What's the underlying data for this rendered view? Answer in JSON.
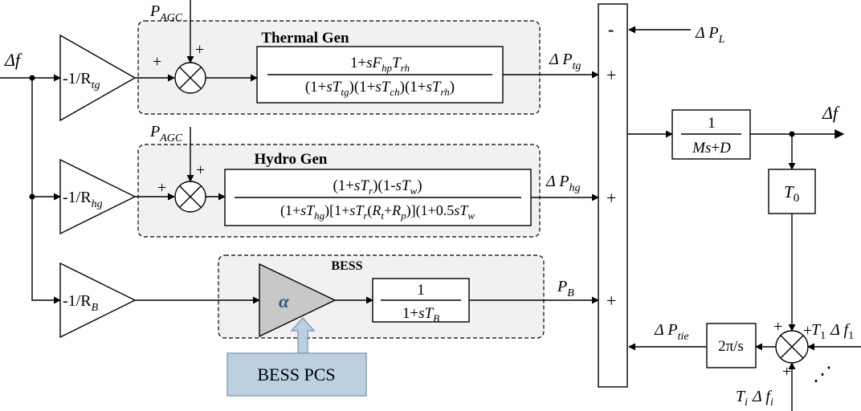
{
  "groups": {
    "thermal": "Thermal Gen",
    "hydro": "Hydro Gen",
    "bess": "BESS"
  },
  "signals": {
    "df_in": "Δf",
    "df_out": "Δf",
    "pagc_thermal": "P",
    "pagc_thermal_sub": "AGC",
    "pagc_hydro": "P",
    "pagc_hydro_sub": "AGC",
    "dpl": "Δ P",
    "dpl_sub": "L",
    "dptg": "Δ P",
    "dptg_sub": "tg",
    "dphg": "Δ P",
    "dphg_sub": "hg",
    "pb": "P",
    "pb_sub": "B",
    "dptie": "Δ P",
    "dptie_sub": "tie",
    "t1": "T",
    "t1_sub": "1",
    "df1": "Δ f",
    "df1_sub": "1",
    "ti": "T",
    "ti_sub": "i",
    "dfi": "Δ f",
    "dfi_sub": "i",
    "dots": "⋰"
  },
  "gains": {
    "rtg": {
      "prefix": "-1/R",
      "sub": "tg"
    },
    "rhg": {
      "prefix": "-1/R",
      "sub": "hg"
    },
    "rb": {
      "prefix": "-1/R",
      "sub": "B"
    },
    "alpha": "α"
  },
  "signs": {
    "sum_thermal_left": "+",
    "sum_thermal_top": "+",
    "sum_hydro_left": "+",
    "sum_hydro_top": "+",
    "bus_minus": "-",
    "bus_plus_1": "+",
    "bus_plus_2": "+",
    "bus_plus_3": "+",
    "sum_tie_top": "+",
    "sum_tie_right": "+",
    "sum_tie_bottom": "+"
  },
  "blocks": {
    "thermal_tf": {
      "num": [
        "1+",
        "sF",
        "hp",
        "T",
        "rh"
      ],
      "den": [
        "(1+",
        "sT",
        "tg",
        ")(1+",
        "sT",
        "ch",
        ")(1+",
        "sT",
        "rh",
        ")"
      ]
    },
    "hydro_tf": {
      "num": [
        "(1+",
        "sT",
        "r",
        ")(1-",
        "sT",
        "w",
        ")"
      ],
      "den": [
        "(1+",
        "sT",
        "hg",
        ")[1+",
        "sT",
        "r",
        "(",
        "R",
        "t",
        "+",
        "R",
        "p",
        ")](1+0.5",
        "sT",
        "w",
        ")"
      ]
    },
    "bess_tf": {
      "num": "1",
      "den": [
        "1+",
        "sT",
        "B"
      ]
    },
    "inertia": {
      "num": "1",
      "den": [
        "Ms",
        "+",
        "D"
      ]
    },
    "t0": {
      "main": "T",
      "sub": "0"
    },
    "tie": {
      "label": "2π/s"
    },
    "bess_pcs": "BESS PCS"
  },
  "colors": {
    "group_fill": "#f1f1f1",
    "alpha_fill": "#c8c8c8",
    "pcs_fill": "#bcd0e0",
    "pcs_stroke": "#7f9eb7",
    "alpha_text": "#2f5574"
  }
}
